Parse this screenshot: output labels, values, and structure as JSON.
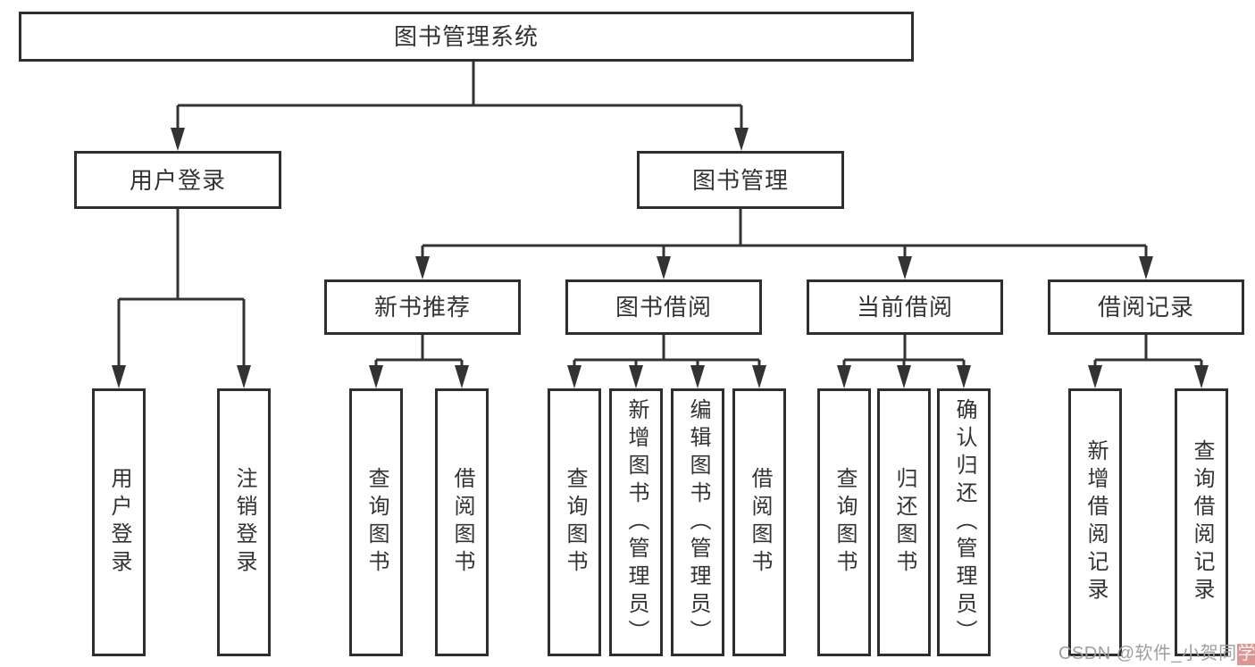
{
  "diagram": {
    "root": {
      "label": "图书管理系统"
    },
    "level1": {
      "user_login": {
        "label": "用户登录"
      },
      "book_mgmt": {
        "label": "图书管理"
      }
    },
    "level2": {
      "new_books": {
        "label": "新书推荐"
      },
      "book_borrow": {
        "label": "图书借阅"
      },
      "current_borrow": {
        "label": "当前借阅"
      },
      "borrow_records": {
        "label": "借阅记录"
      }
    },
    "leaves": {
      "login": {
        "label": "用户登录"
      },
      "logout": {
        "label": "注销登录"
      },
      "nb_query": {
        "label": "查询图书"
      },
      "nb_borrow": {
        "label": "借阅图书"
      },
      "bb_query": {
        "label": "查询图书"
      },
      "bb_add": {
        "label": "新增图书（管理员）"
      },
      "bb_edit": {
        "label": "编辑图书（管理员）"
      },
      "bb_borrow": {
        "label": "借阅图书"
      },
      "cb_query": {
        "label": "查询图书"
      },
      "cb_return": {
        "label": "归还图书"
      },
      "cb_confirm": {
        "label": "确认归还（管理员）"
      },
      "br_add": {
        "label": "新增借阅记录"
      },
      "br_query": {
        "label": "查询借阅记录"
      }
    }
  },
  "watermark": {
    "text_main": "CSDN @软件_小贺同",
    "text_accent": "学"
  },
  "colors": {
    "line": "#333333",
    "box_border": "#2e2e2e",
    "text": "#333333",
    "background": "#ffffff",
    "watermark_text": "#9f9f9f",
    "watermark_accent_bg": "#db9595"
  }
}
